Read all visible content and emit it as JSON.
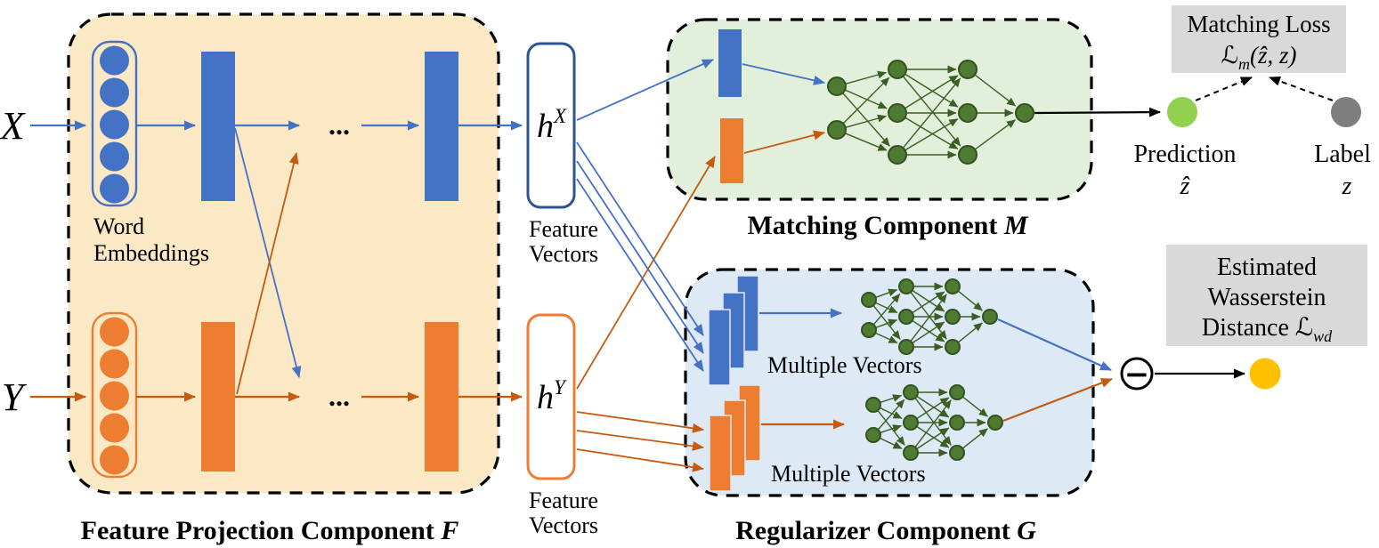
{
  "inputs": {
    "x": "X",
    "y": "Y"
  },
  "feature_projection": {
    "label": {
      "text": "Feature Projection Component ",
      "symbol": "F"
    },
    "word_embeddings": {
      "line1": "Word",
      "line2": "Embeddings"
    },
    "ellipsis": "..."
  },
  "feature_vectors": {
    "x": {
      "base": "h",
      "sup": "X"
    },
    "y": {
      "base": "h",
      "sup": "Y"
    },
    "caption": {
      "line1": "Feature",
      "line2": "Vectors"
    }
  },
  "matching": {
    "label": {
      "text": "Matching Component ",
      "symbol": "M"
    }
  },
  "regularizer": {
    "label": {
      "text": "Regularizer Component ",
      "symbol": "G"
    },
    "multiple_vectors": "Multiple Vectors"
  },
  "matching_loss": {
    "title": "Matching Loss",
    "formula": {
      "l": "ℒ",
      "sub": "m",
      "args": "(ẑ, z)"
    }
  },
  "prediction": {
    "label": "Prediction",
    "symbol": "ẑ"
  },
  "label_node": {
    "label": "Label",
    "symbol": "z"
  },
  "wasserstein": {
    "line1": "Estimated",
    "line2": "Wasserstein",
    "line3": "Distance ",
    "l": "ℒ",
    "sub": "wd"
  },
  "minus_symbol": "−",
  "colors": {
    "panel_yellow": "#FBE8C5",
    "panel_green": "#E2EFDB",
    "panel_blue": "#DEE9F6",
    "blue": "#4472C4",
    "blue_dark": "#2E5496",
    "orange": "#ED7D31",
    "orange_dark": "#C55A11",
    "node_green": "#4E7B31",
    "node_green_border": "#2F5420",
    "edge_green": "#3A5E23",
    "gray_box": "#D9D9D9",
    "prediction_green": "#92D050",
    "label_gray": "#7F7F7F",
    "wd_yellow": "#FFC000",
    "border_black": "#000000"
  }
}
